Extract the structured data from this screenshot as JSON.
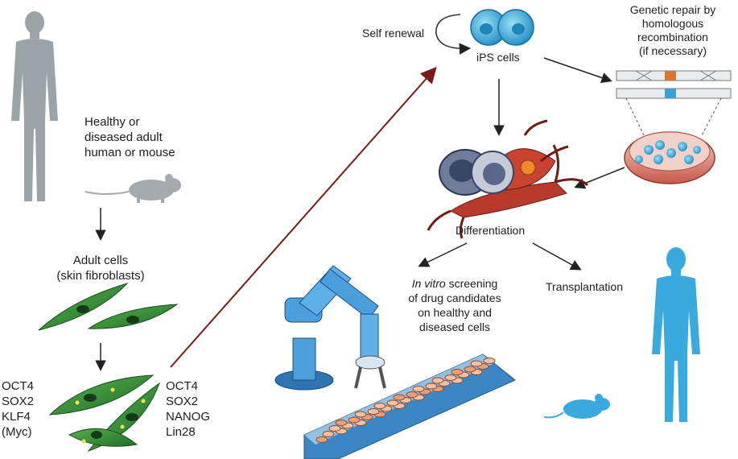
{
  "labels": {
    "subject": [
      "Healthy or",
      "diseased adult",
      "human or mouse"
    ],
    "adult_cells": [
      "Adult cells",
      "(skin fibroblasts)"
    ],
    "factors_left": [
      "OCT4",
      "SOX2",
      "KLF4",
      "(Myc)"
    ],
    "factors_right": [
      "OCT4",
      "SOX2",
      "NANOG",
      "Lin28"
    ],
    "self_renewal": "Self renewal",
    "ips_cells": "iPS cells",
    "genetic_repair": [
      "Genetic repair by",
      "homologous",
      "recombination",
      "(if necessary)"
    ],
    "differentiation": "Differentiation",
    "screening_italic": "In vitro",
    "screening": [
      " screening",
      "of drug candidates",
      "on healthy and",
      "diseased cells"
    ],
    "transplantation": "Transplantation"
  },
  "colors": {
    "human_gray": "#9aa3a8",
    "mouse_gray": "#a4aaae",
    "human_blue": "#3aa9dd",
    "fibroblast_green": "#2e8b3a",
    "ips_blue": "#3aa8d8",
    "neuron_red": "#b83a2c",
    "robot_blue": "#3b8fd0",
    "arrow_red": "#7a1a1a",
    "dish_red": "#c8574a"
  }
}
